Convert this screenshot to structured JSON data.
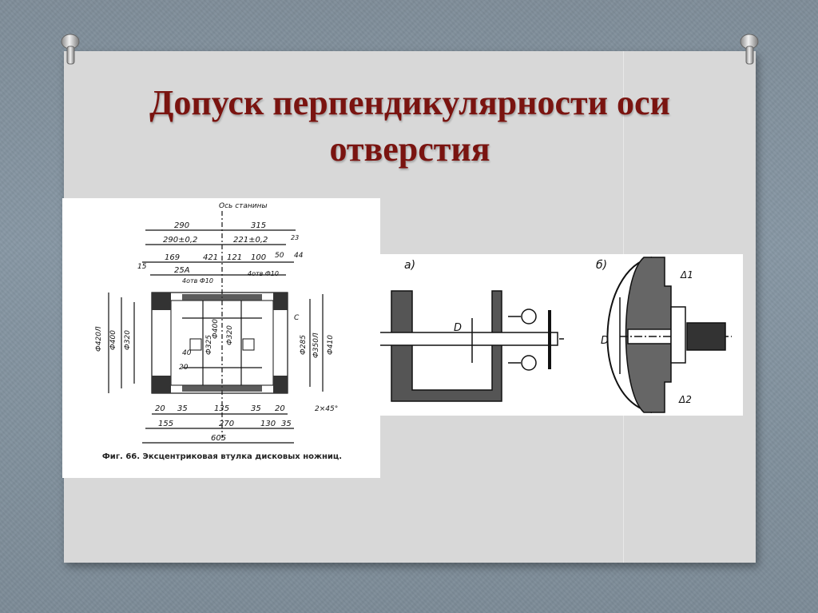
{
  "slide": {
    "title_line1": "Допуск перпендикулярности оси",
    "title_line2": "отверстия"
  },
  "figure_left": {
    "caption": "Фиг. 66. Эксцентриковая втулка дисковых ножниц.",
    "axis_label": "Ось станины",
    "dims_top": [
      "290",
      "315",
      "290±0,2",
      "221±0,2",
      "169",
      "421",
      "121",
      "100",
      "25А",
      "4отв Ф10",
      "4отв Ф10",
      "15",
      "50",
      "44",
      "23"
    ],
    "dims_bottom": [
      "20",
      "35",
      "135",
      "35",
      "20",
      "155",
      "270",
      "130",
      "35",
      "605",
      "2×45°"
    ],
    "dims_side": [
      "Ф420Л",
      "Ф400",
      "Ф320",
      "Ф400",
      "Ф320",
      "Ф325",
      "Ф285",
      "Ф350Л",
      "Ф410",
      "40",
      "20",
      "С"
    ]
  },
  "figure_right": {
    "label_a": "а)",
    "label_b": "б)",
    "label_D": "D",
    "label_delta1": "Δ1",
    "label_delta2": "Δ2"
  }
}
